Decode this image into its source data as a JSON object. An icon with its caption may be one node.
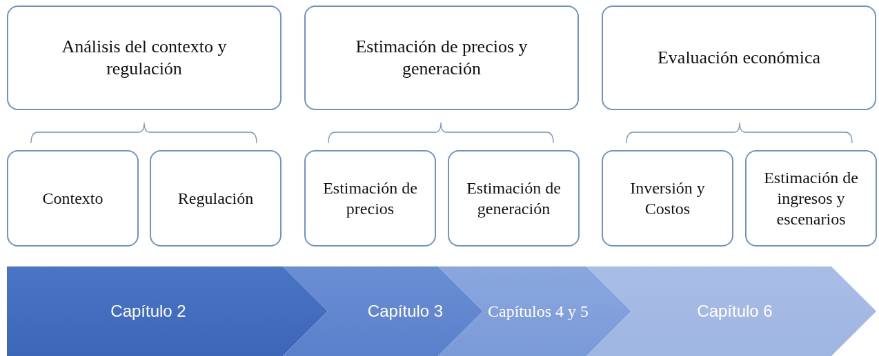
{
  "diagram": {
    "nodes": [
      {
        "text": [
          "Análisis del contexto y regulación"
        ]
      },
      {
        "text": [
          "Estimación de precios y generación"
        ]
      },
      {
        "text": [
          "Evaluación económica"
        ]
      },
      {
        "text": [
          "Contexto"
        ]
      },
      {
        "text": [
          "Regulación"
        ]
      },
      {
        "text": [
          "Estimación de precios"
        ]
      },
      {
        "text": [
          "Estimación de generación"
        ]
      },
      {
        "text": [
          "Inversión y Costos"
        ]
      },
      {
        "text": [
          "Estimación de ingresos y escenarios"
        ]
      },
      {
        "text": [
          "Capítulo 2"
        ]
      },
      {
        "text": [
          "Capítulo 3"
        ]
      },
      {
        "text": [
          "Capítulos 4 y 5"
        ]
      },
      {
        "text": [
          "Capítulo 6"
        ]
      }
    ]
  }
}
